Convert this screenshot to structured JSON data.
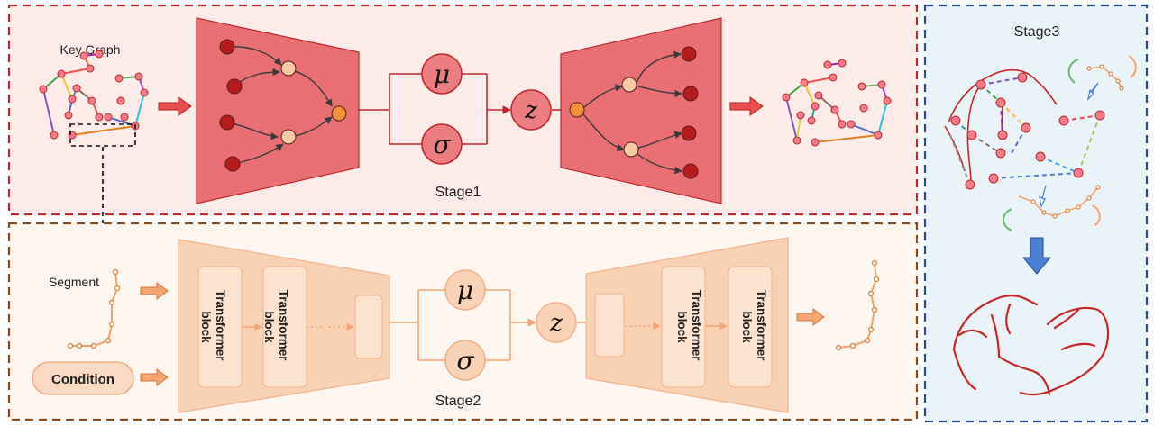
{
  "labels": {
    "key_graph": "Key Graph",
    "stage1": "Stage1",
    "stage2": "Stage2",
    "stage3": "Stage3",
    "segment": "Segment",
    "condition": "Condition",
    "mu": "μ",
    "sigma": "σ",
    "z": "z",
    "transformer_block": "Transformer block",
    "transformer_line1": "Transformer",
    "transformer_line2": "block"
  },
  "colors": {
    "stage1_border": "#c0282d",
    "stage1_bg": "#fdecea",
    "stage2_border": "#8b4a1c",
    "stage2_bg": "#fef6f1",
    "stage3_border": "#2a4f86",
    "stage3_bg": "#eaf3f8",
    "trapezoid1": "#ea6f74",
    "latent1": "#ec7e82",
    "node_dark": "#b71c1c",
    "node_light": "#f8c9a6",
    "node_orange": "#f2913c",
    "trapezoid2": "#f8d2b5",
    "block2": "#fce3d0",
    "latent2": "#f9d3b7",
    "arrow_red": "#e94e4e",
    "arrow_orange": "#f4a572",
    "vessel_red": "#c62828",
    "down_arrow_blue": "#4a7fd4"
  }
}
